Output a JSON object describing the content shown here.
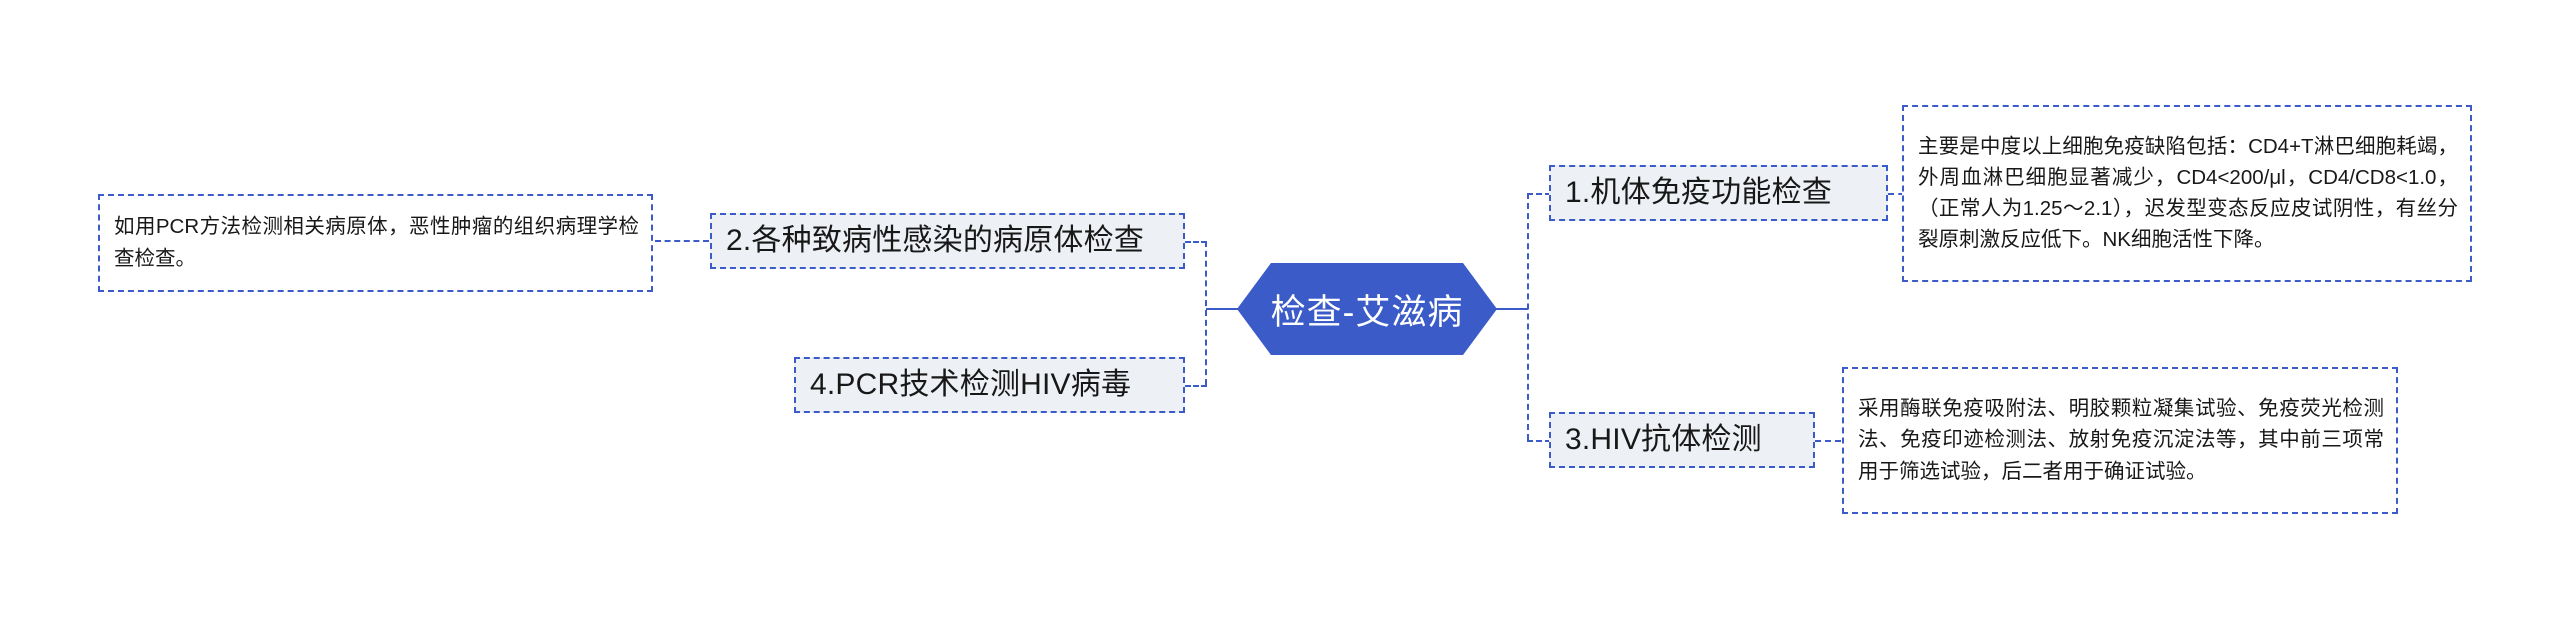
{
  "diagram": {
    "type": "mindmap",
    "root": {
      "label": "检查-艾滋病",
      "fill": "#3b5bc8",
      "text_color": "#ffffff"
    },
    "palette": {
      "accent": "#3b5bc8",
      "node_fill": "#edf0f4",
      "detail_fill": "#ffffff",
      "border": "#3b5bc8",
      "text": "#181818",
      "background": "#ffffff"
    },
    "branches": [
      {
        "side": "right",
        "label": "1.机体免疫功能检查",
        "detail": "主要是中度以上细胞免疫缺陷包括：CD4+T淋巴细胞耗竭，外周血淋巴细胞显著减少，CD4<200/μl，CD4/CD8<1.0，（正常人为1.25～2.1），迟发型变态反应皮试阴性，有丝分裂原刺激反应低下。NK细胞活性下降。"
      },
      {
        "side": "right",
        "label": "3.HIV抗体检测",
        "detail": "采用酶联免疫吸附法、明胶颗粒凝集试验、免疫荧光检测法、免疫印迹检测法、放射免疫沉淀法等，其中前三项常用于筛选试验，后二者用于确证试验。"
      },
      {
        "side": "left",
        "label": "2.各种致病性感染的病原体检查",
        "detail": "如用PCR方法检测相关病原体，恶性肿瘤的组织病理学检查检查。"
      },
      {
        "side": "left",
        "label": "4.PCR技术检测HIV病毒",
        "detail": ""
      }
    ]
  }
}
